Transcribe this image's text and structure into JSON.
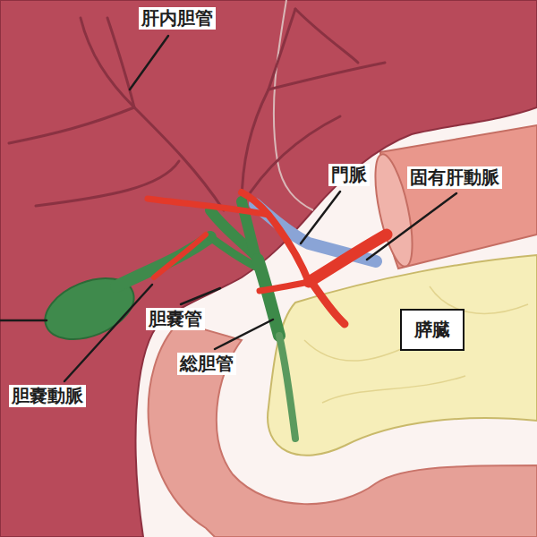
{
  "diagram": {
    "nodes": [
      {
        "text": [
          "膵臓"
        ]
      }
    ],
    "labels": [
      "肝内胆管",
      "門脈",
      "固有肝動脈",
      "胆嚢管",
      "総胆管",
      "胆嚢動脈"
    ]
  }
}
